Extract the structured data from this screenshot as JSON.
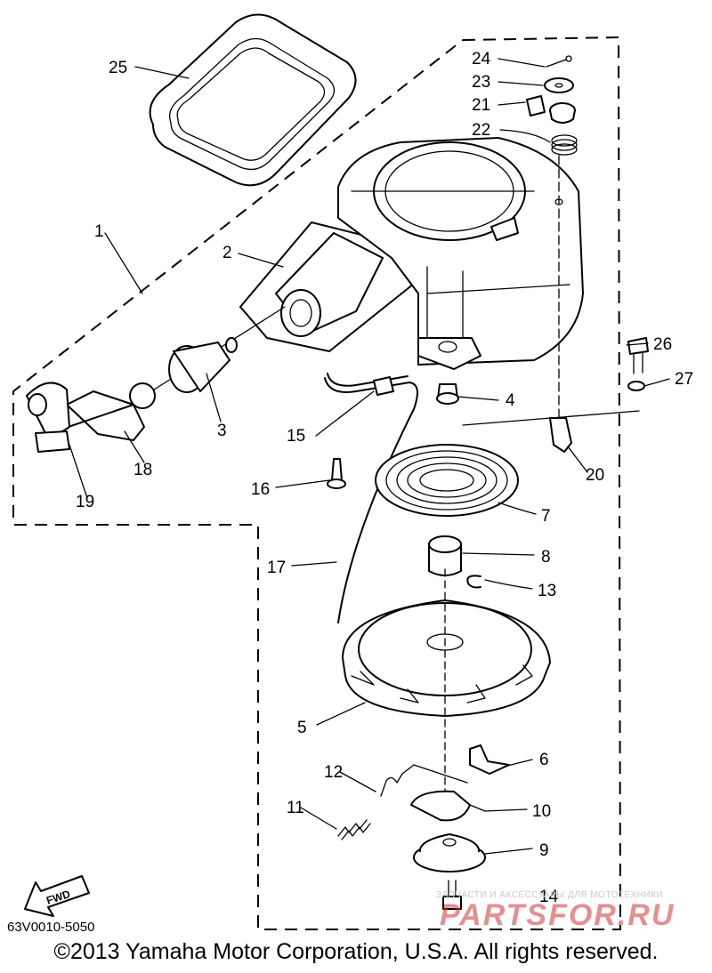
{
  "diagram": {
    "callouts": [
      {
        "id": "25",
        "label": "25"
      },
      {
        "id": "24",
        "label": "24"
      },
      {
        "id": "23",
        "label": "23"
      },
      {
        "id": "21",
        "label": "21"
      },
      {
        "id": "22",
        "label": "22"
      },
      {
        "id": "1",
        "label": "1"
      },
      {
        "id": "2",
        "label": "2"
      },
      {
        "id": "3",
        "label": "3"
      },
      {
        "id": "4",
        "label": "4"
      },
      {
        "id": "26",
        "label": "26"
      },
      {
        "id": "27",
        "label": "27"
      },
      {
        "id": "15",
        "label": "15"
      },
      {
        "id": "18",
        "label": "18"
      },
      {
        "id": "19",
        "label": "19"
      },
      {
        "id": "16",
        "label": "16"
      },
      {
        "id": "20",
        "label": "20"
      },
      {
        "id": "7",
        "label": "7"
      },
      {
        "id": "17",
        "label": "17"
      },
      {
        "id": "8",
        "label": "8"
      },
      {
        "id": "13",
        "label": "13"
      },
      {
        "id": "5",
        "label": "5"
      },
      {
        "id": "6",
        "label": "6"
      },
      {
        "id": "12",
        "label": "12"
      },
      {
        "id": "11",
        "label": "11"
      },
      {
        "id": "10",
        "label": "10"
      },
      {
        "id": "9",
        "label": "9"
      },
      {
        "id": "14",
        "label": "14"
      }
    ],
    "fwd_label": "FWD",
    "diagram_code": "63V0010-5050"
  },
  "footer": {
    "copyright": "©2013 Yamaha Motor Corporation, U.S.A. All rights reserved."
  },
  "watermark": {
    "tagline": "ЗАПЧАСТИ И АКСЕССУАРЫ ДЛЯ МОТОТЕХНИКИ",
    "brand": "PARTSFOR.RU"
  }
}
